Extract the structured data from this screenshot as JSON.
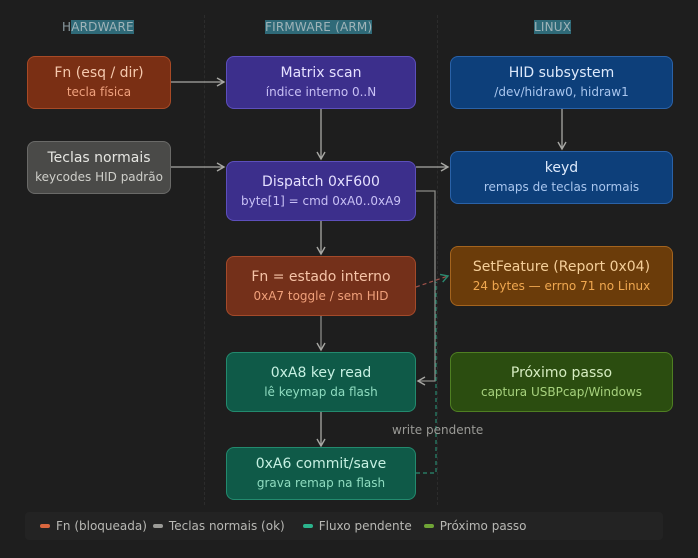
{
  "columns": [
    {
      "title_first": "H",
      "title_rest": "ARDWARE"
    },
    {
      "title": "FIRMWARE (ARM)"
    },
    {
      "title": "LINUX"
    }
  ],
  "nodes": {
    "fn_key": {
      "title": "Fn (esq / dir)",
      "subtitle": "tecla física"
    },
    "normal_keys": {
      "title": "Teclas normais",
      "subtitle": "keycodes HID padrão"
    },
    "matrix_scan": {
      "title": "Matrix scan",
      "subtitle": "índice interno 0..N"
    },
    "dispatch": {
      "title": "Dispatch 0xF600",
      "subtitle": "byte[1] = cmd 0xA0..0xA9"
    },
    "fn_state": {
      "title": "Fn = estado interno",
      "subtitle": "0xA7 toggle / sem HID"
    },
    "key_read": {
      "title": "0xA8 key read",
      "subtitle": "lê keymap da flash"
    },
    "commit": {
      "title": "0xA6 commit/save",
      "subtitle": "grava remap na flash"
    },
    "hid_subsystem": {
      "title": "HID subsystem",
      "subtitle": "/dev/hidraw0, hidraw1"
    },
    "keyd": {
      "title": "keyd",
      "subtitle": "remaps de teclas normais"
    },
    "set_feature": {
      "title": "SetFeature (Report 0x04)",
      "subtitle": "24 bytes — errno 71 no Linux"
    },
    "next_step": {
      "title": "Próximo passo",
      "subtitle": "captura USBPcap/Windows"
    }
  },
  "edge_labels": {
    "write_pending": "write pendente"
  },
  "legend": [
    {
      "label": "Fn (bloqueada)",
      "color": "#d9663e"
    },
    {
      "label": "Teclas normais (ok)",
      "color": "#9a9a96"
    },
    {
      "label": "Fluxo pendente",
      "color": "#2bb38c"
    },
    {
      "label": "Próximo passo",
      "color": "#6fa436"
    }
  ]
}
